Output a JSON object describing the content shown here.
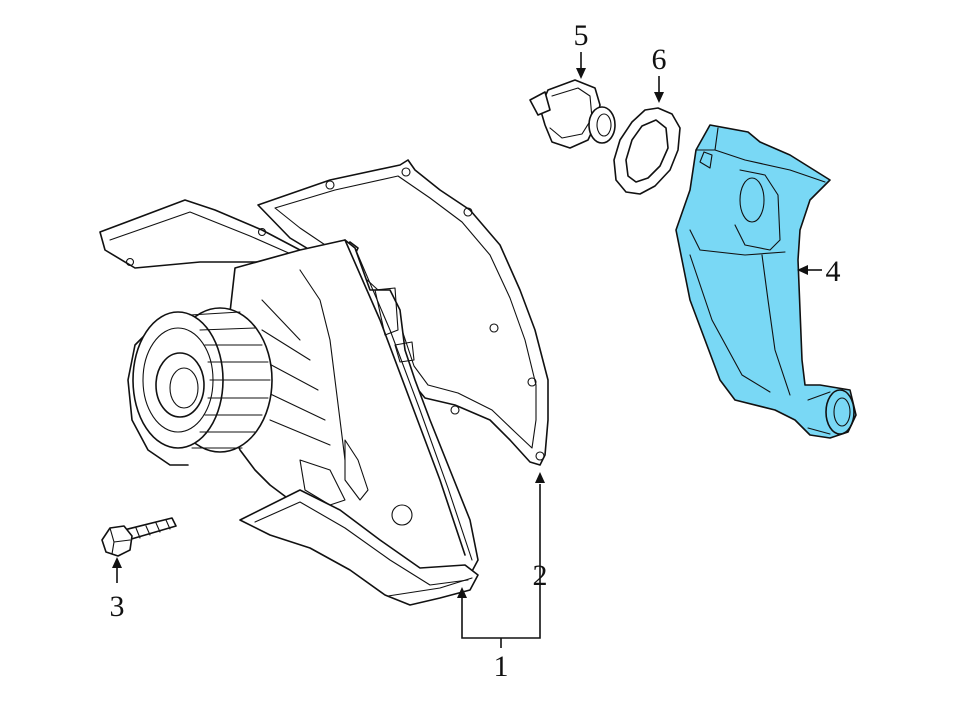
{
  "callouts": [
    {
      "id": "1",
      "label": "1"
    },
    {
      "id": "2",
      "label": "2"
    },
    {
      "id": "3",
      "label": "3"
    },
    {
      "id": "4",
      "label": "4"
    },
    {
      "id": "5",
      "label": "5"
    },
    {
      "id": "6",
      "label": "6"
    }
  ],
  "colors": {
    "highlight": "#79d8f5",
    "line": "#111111",
    "background": "#ffffff"
  }
}
